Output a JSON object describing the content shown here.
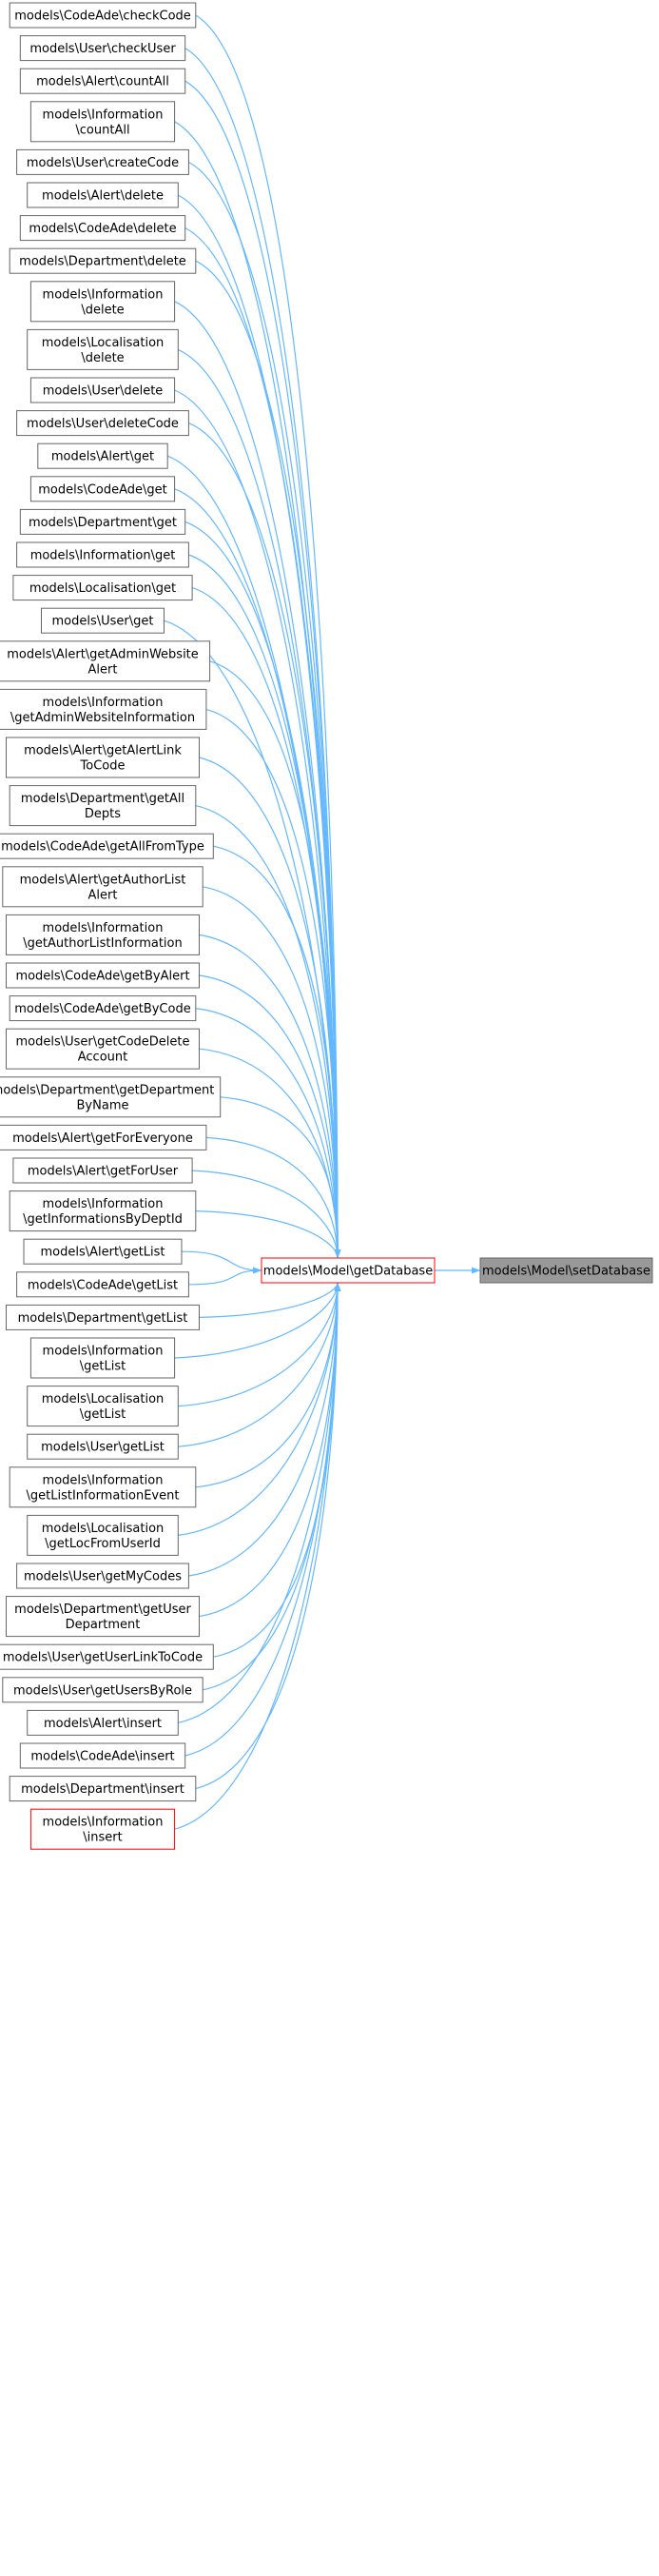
{
  "colors": {
    "edge": "#63b8ff",
    "node_border": "#666666",
    "node_fill": "#ffffff",
    "highlight_border": "#ff0000",
    "selected_fill": "#999999"
  },
  "target": {
    "text": "models\\Model\\setDatabase",
    "style": "selected"
  },
  "hub": {
    "text": "models\\Model\\getDatabase",
    "style": "highlight"
  },
  "callers": [
    {
      "lines": [
        "models\\CodeAde\\checkCode"
      ]
    },
    {
      "lines": [
        "models\\User\\checkUser"
      ]
    },
    {
      "lines": [
        "models\\Alert\\countAll"
      ]
    },
    {
      "lines": [
        "models\\Information",
        "\\countAll"
      ]
    },
    {
      "lines": [
        "models\\User\\createCode"
      ]
    },
    {
      "lines": [
        "models\\Alert\\delete"
      ]
    },
    {
      "lines": [
        "models\\CodeAde\\delete"
      ]
    },
    {
      "lines": [
        "models\\Department\\delete"
      ]
    },
    {
      "lines": [
        "models\\Information",
        "\\delete"
      ]
    },
    {
      "lines": [
        "models\\Localisation",
        "\\delete"
      ]
    },
    {
      "lines": [
        "models\\User\\delete"
      ]
    },
    {
      "lines": [
        "models\\User\\deleteCode"
      ]
    },
    {
      "lines": [
        "models\\Alert\\get"
      ]
    },
    {
      "lines": [
        "models\\CodeAde\\get"
      ]
    },
    {
      "lines": [
        "models\\Department\\get"
      ]
    },
    {
      "lines": [
        "models\\Information\\get"
      ]
    },
    {
      "lines": [
        "models\\Localisation\\get"
      ]
    },
    {
      "lines": [
        "models\\User\\get"
      ]
    },
    {
      "lines": [
        "models\\Alert\\getAdminWebsite",
        "Alert"
      ]
    },
    {
      "lines": [
        "models\\Information",
        "\\getAdminWebsiteInformation"
      ]
    },
    {
      "lines": [
        "models\\Alert\\getAlertLink",
        "ToCode"
      ]
    },
    {
      "lines": [
        "models\\Department\\getAll",
        "Depts"
      ]
    },
    {
      "lines": [
        "models\\CodeAde\\getAllFromType"
      ]
    },
    {
      "lines": [
        "models\\Alert\\getAuthorList",
        "Alert"
      ]
    },
    {
      "lines": [
        "models\\Information",
        "\\getAuthorListInformation"
      ]
    },
    {
      "lines": [
        "models\\CodeAde\\getByAlert"
      ]
    },
    {
      "lines": [
        "models\\CodeAde\\getByCode"
      ]
    },
    {
      "lines": [
        "models\\User\\getCodeDelete",
        "Account"
      ]
    },
    {
      "lines": [
        "models\\Department\\getDepartment",
        "ByName"
      ]
    },
    {
      "lines": [
        "models\\Alert\\getForEveryone"
      ]
    },
    {
      "lines": [
        "models\\Alert\\getForUser"
      ]
    },
    {
      "lines": [
        "models\\Information",
        "\\getInformationsByDeptId"
      ]
    },
    {
      "lines": [
        "models\\Alert\\getList"
      ]
    },
    {
      "lines": [
        "models\\CodeAde\\getList"
      ]
    },
    {
      "lines": [
        "models\\Department\\getList"
      ]
    },
    {
      "lines": [
        "models\\Information",
        "\\getList"
      ]
    },
    {
      "lines": [
        "models\\Localisation",
        "\\getList"
      ]
    },
    {
      "lines": [
        "models\\User\\getList"
      ]
    },
    {
      "lines": [
        "models\\Information",
        "\\getListInformationEvent"
      ]
    },
    {
      "lines": [
        "models\\Localisation",
        "\\getLocFromUserId"
      ]
    },
    {
      "lines": [
        "models\\User\\getMyCodes"
      ]
    },
    {
      "lines": [
        "models\\Department\\getUser",
        "Department"
      ]
    },
    {
      "lines": [
        "models\\User\\getUserLinkToCode"
      ]
    },
    {
      "lines": [
        "models\\User\\getUsersByRole"
      ]
    },
    {
      "lines": [
        "models\\Alert\\insert"
      ]
    },
    {
      "lines": [
        "models\\CodeAde\\insert"
      ]
    },
    {
      "lines": [
        "models\\Department\\insert"
      ]
    },
    {
      "lines": [
        "models\\Information",
        "\\insert"
      ],
      "style": "highlight"
    }
  ]
}
